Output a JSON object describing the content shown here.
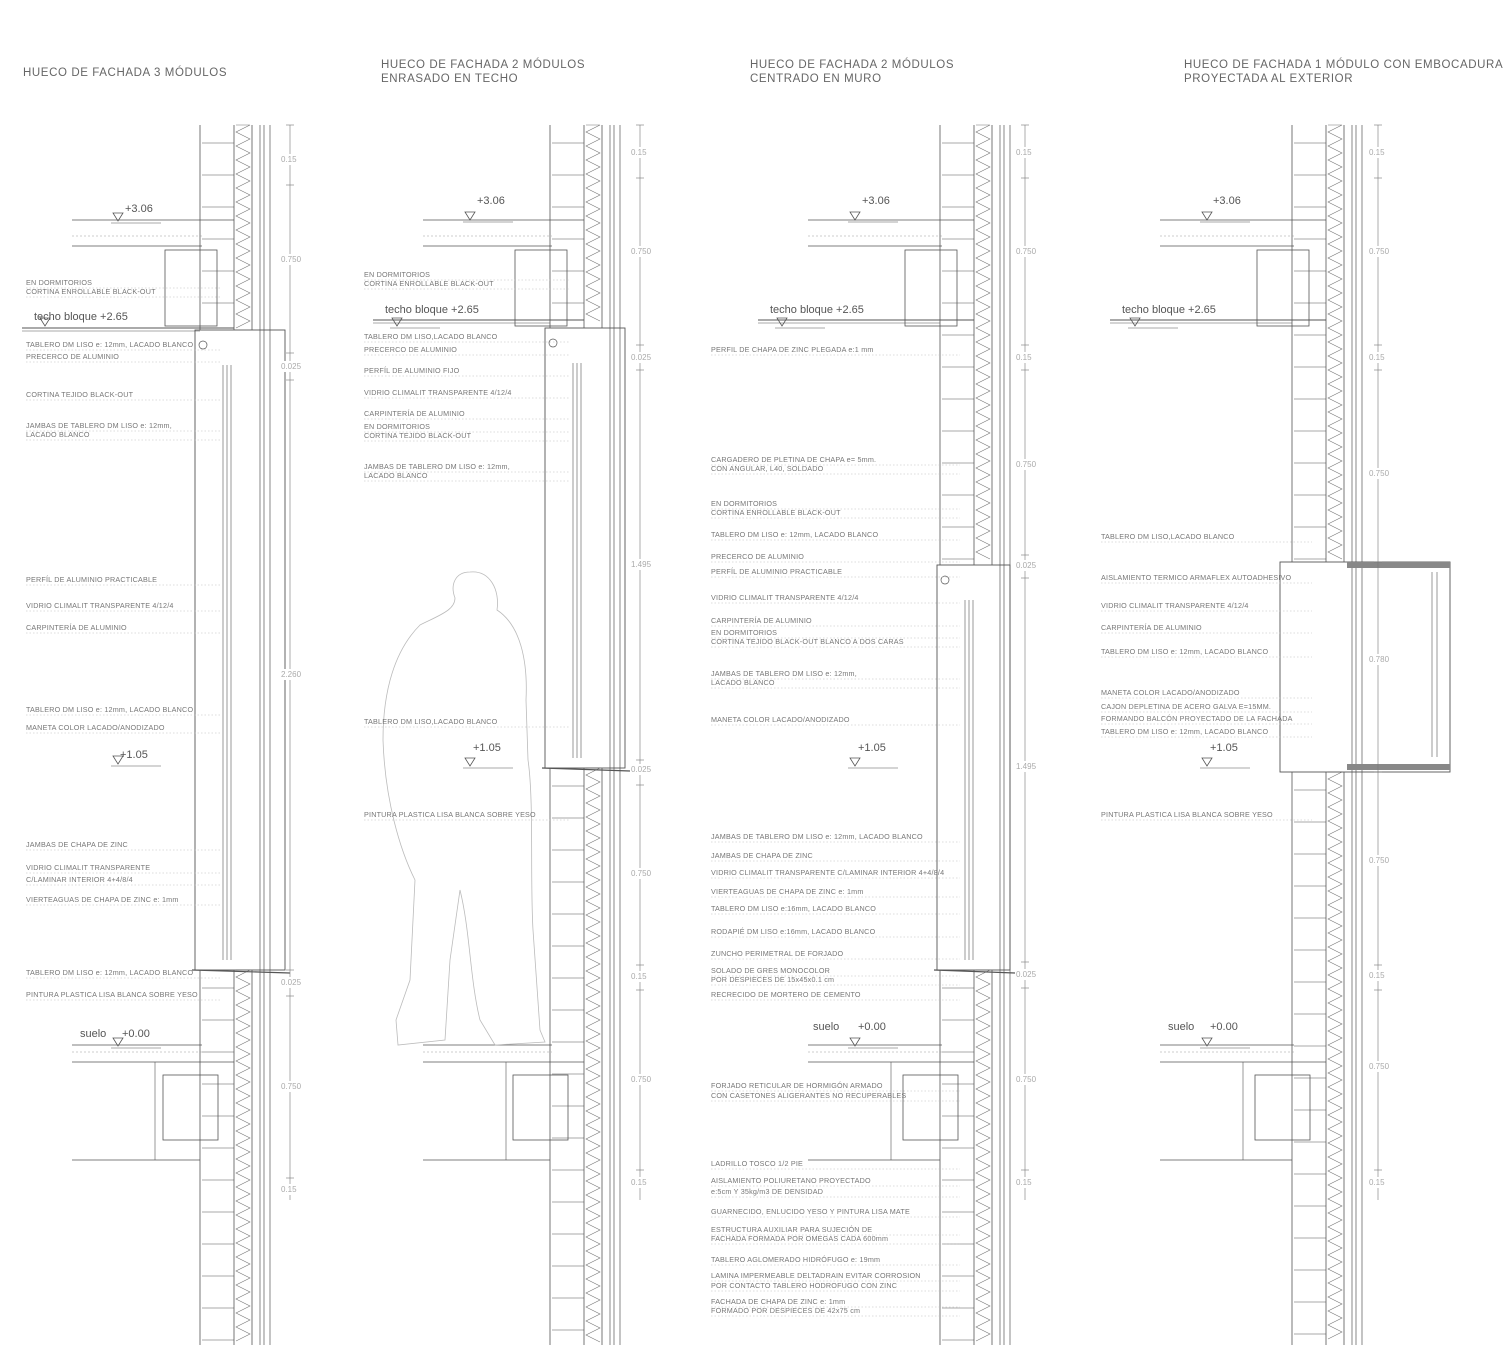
{
  "columns": [
    {
      "title": [
        "HUECO DE FACHADA 3 MÓDULOS"
      ],
      "levels": [
        "+3.06",
        "techo bloque +2.65",
        "+1.05",
        "suelo",
        "+0.00"
      ],
      "dims": [
        "0.15",
        "0.750",
        "0.025",
        "2.260",
        "0.025",
        "0.750",
        "0.15"
      ],
      "labels": [
        "EN DORMITORIOS",
        "CORTINA ENROLLABLE BLACK-OUT",
        "TABLERO DM LISO e: 12mm, LACADO BLANCO",
        "PRECERCO DE ALUMINIO",
        "CORTINA TEJIDO BLACK-OUT",
        "JAMBAS DE TABLERO DM LISO e: 12mm,",
        "LACADO BLANCO",
        "PERFÍL DE ALUMINIO  PRACTICABLE",
        "VIDRIO CLIMALIT TRANSPARENTE 4/12/4",
        "CARPINTERÍA DE ALUMINIO",
        "TABLERO DM LISO e: 12mm, LACADO BLANCO",
        "MANETA COLOR LACADO/ANODIZADO",
        "JAMBAS DE CHAPA DE ZINC",
        "VIDRIO CLIMALIT TRANSPARENTE",
        "C/LAMINAR INTERIOR 4+4/8/4",
        "VIERTEAGUAS DE CHAPA DE ZINC e: 1mm",
        "TABLERO DM LISO e: 12mm, LACADO BLANCO",
        "PINTURA PLASTICA LISA BLANCA SOBRE YESO"
      ]
    },
    {
      "title": [
        "HUECO DE FACHADA 2 MÓDULOS",
        "ENRASADO EN TECHO"
      ],
      "levels": [
        "+3.06",
        "techo bloque +2.65",
        "+1.05"
      ],
      "dims": [
        "0.15",
        "0.750",
        "0.025",
        "1.495",
        "0.025",
        "0.750",
        "0.15",
        "0.750",
        "0.15"
      ],
      "labels": [
        "EN DORMITORIOS",
        "CORTINA ENROLLABLE BLACK-OUT",
        "TABLERO DM LISO,LACADO BLANCO",
        "PRECERCO DE ALUMINIO",
        "PERFÍL DE ALUMINIO FIJO",
        "VIDRIO CLIMALIT TRANSPARENTE 4/12/4",
        "CARPINTERÍA DE ALUMINIO",
        "EN DORMITORIOS",
        "CORTINA TEJIDO BLACK-OUT",
        "JAMBAS DE TABLERO DM LISO e: 12mm,",
        "LACADO BLANCO",
        "TABLERO DM LISO,LACADO BLANCO",
        "PINTURA PLASTICA LISA BLANCA SOBRE YESO"
      ]
    },
    {
      "title": [
        "HUECO DE FACHADA 2 MÓDULOS",
        "CENTRADO EN MURO"
      ],
      "levels": [
        "+3.06",
        "techo bloque +2.65",
        "+1.05",
        "suelo",
        "+0.00"
      ],
      "dims": [
        "0.15",
        "0.750",
        "0.15",
        "0.750",
        "0.025",
        "1.495",
        "0.025",
        "0.750",
        "0.15"
      ],
      "labels": [
        "PERFIL DE CHAPA DE ZINC PLEGADA e:1 mm",
        "CARGADERO DE PLETINA DE CHAPA e= 5mm.",
        "CON ANGULAR, L40, SOLDADO",
        "EN DORMITORIOS",
        "CORTINA ENROLLABLE BLACK-OUT",
        "TABLERO DM LISO e: 12mm, LACADO BLANCO",
        "PRECERCO DE ALUMINIO",
        "PERFÍL DE ALUMINIO PRACTICABLE",
        "VIDRIO CLIMALIT TRANSPARENTE 4/12/4",
        "CARPINTERÍA DE ALUMINIO",
        "EN DORMITORIOS",
        "CORTINA TEJIDO BLACK-OUT BLANCO A DOS CARAS",
        "JAMBAS DE TABLERO DM LISO e: 12mm,",
        "LACADO BLANCO",
        "MANETA COLOR LACADO/ANODIZADO",
        "JAMBAS DE TABLERO DM LISO e: 12mm, LACADO BLANCO",
        "JAMBAS DE CHAPA DE ZINC",
        "VIDRIO CLIMALIT TRANSPARENTE C/LAMINAR INTERIOR 4+4/8/4",
        "VIERTEAGUAS DE CHAPA DE ZINC e: 1mm",
        "TABLERO DM LISO  e:16mm, LACADO BLANCO",
        "RODAPIÉ DM LISO  e:16mm, LACADO BLANCO",
        "ZUNCHO PERIMETRAL DE FORJADO",
        "SOLADO DE GRES MONOCOLOR",
        "POR DESPIECES DE 15x45x0.1 cm",
        "RECRECIDO DE MORTERO DE CEMENTO",
        "FORJADO RETICULAR DE HORMIGÓN ARMADO",
        "CON CASETONES ALIGERANTES NO RECUPERABLES",
        "LADRILLO TOSCO 1/2 PIE",
        "AISLAMIENTO POLIURETANO PROYECTADO",
        "e:5cm Y 35kg/m3 DE DENSIDAD",
        "GUARNECIDO, ENLUCIDO YESO  Y PINTURA LISA MATE",
        "ESTRUCTURA AUXILIAR PARA SUJECIÓN DE",
        "FACHADA FORMADA POR OMEGAS CADA 600mm",
        "TABLERO AGLOMERADO HIDRÓFUGO e: 19mm",
        "LAMINA IMPERMEABLE DELTADRAIN EVITAR CORROSION",
        "POR CONTACTO TABLERO HODROFUGO CON ZINC",
        "FACHADA DE CHAPA DE ZINC e: 1mm",
        "FORMADO POR DESPIECES DE 42x75 cm"
      ]
    },
    {
      "title": [
        "HUECO DE FACHADA 1 MÓDULO CON EMBOCADURA",
        "PROYECTADA AL EXTERIOR"
      ],
      "levels": [
        "+3.06",
        "techo bloque +2.65",
        "+1.05",
        "suelo",
        "+0.00"
      ],
      "dims": [
        "0.15",
        "0.750",
        "0.15",
        "0.750",
        "0.780",
        "0.750",
        "0.15",
        "0.750",
        "0.15"
      ],
      "labels": [
        "TABLERO DM LISO,LACADO BLANCO",
        "AISLAMIENTO TERMICO ARMAFLEX AUTOADHESIVO",
        "VIDRIO CLIMALIT TRANSPARENTE 4/12/4",
        "CARPINTERÍA DE ALUMINIO",
        "TABLERO DM LISO e: 12mm, LACADO BLANCO",
        "MANETA COLOR LACADO/ANODIZADO",
        "CAJON DEPLETINA DE ACERO GALVA E=15MM.",
        "FORMANDO BALCÓN PROYECTADO DE LA FACHADA",
        "TABLERO DM LISO e: 12mm, LACADO BLANCO",
        "PINTURA PLASTICA LISA BLANCA SOBRE YESO"
      ]
    }
  ],
  "colors": {
    "line": "#555555",
    "text": "#777777",
    "dim": "#aaaaaa"
  }
}
